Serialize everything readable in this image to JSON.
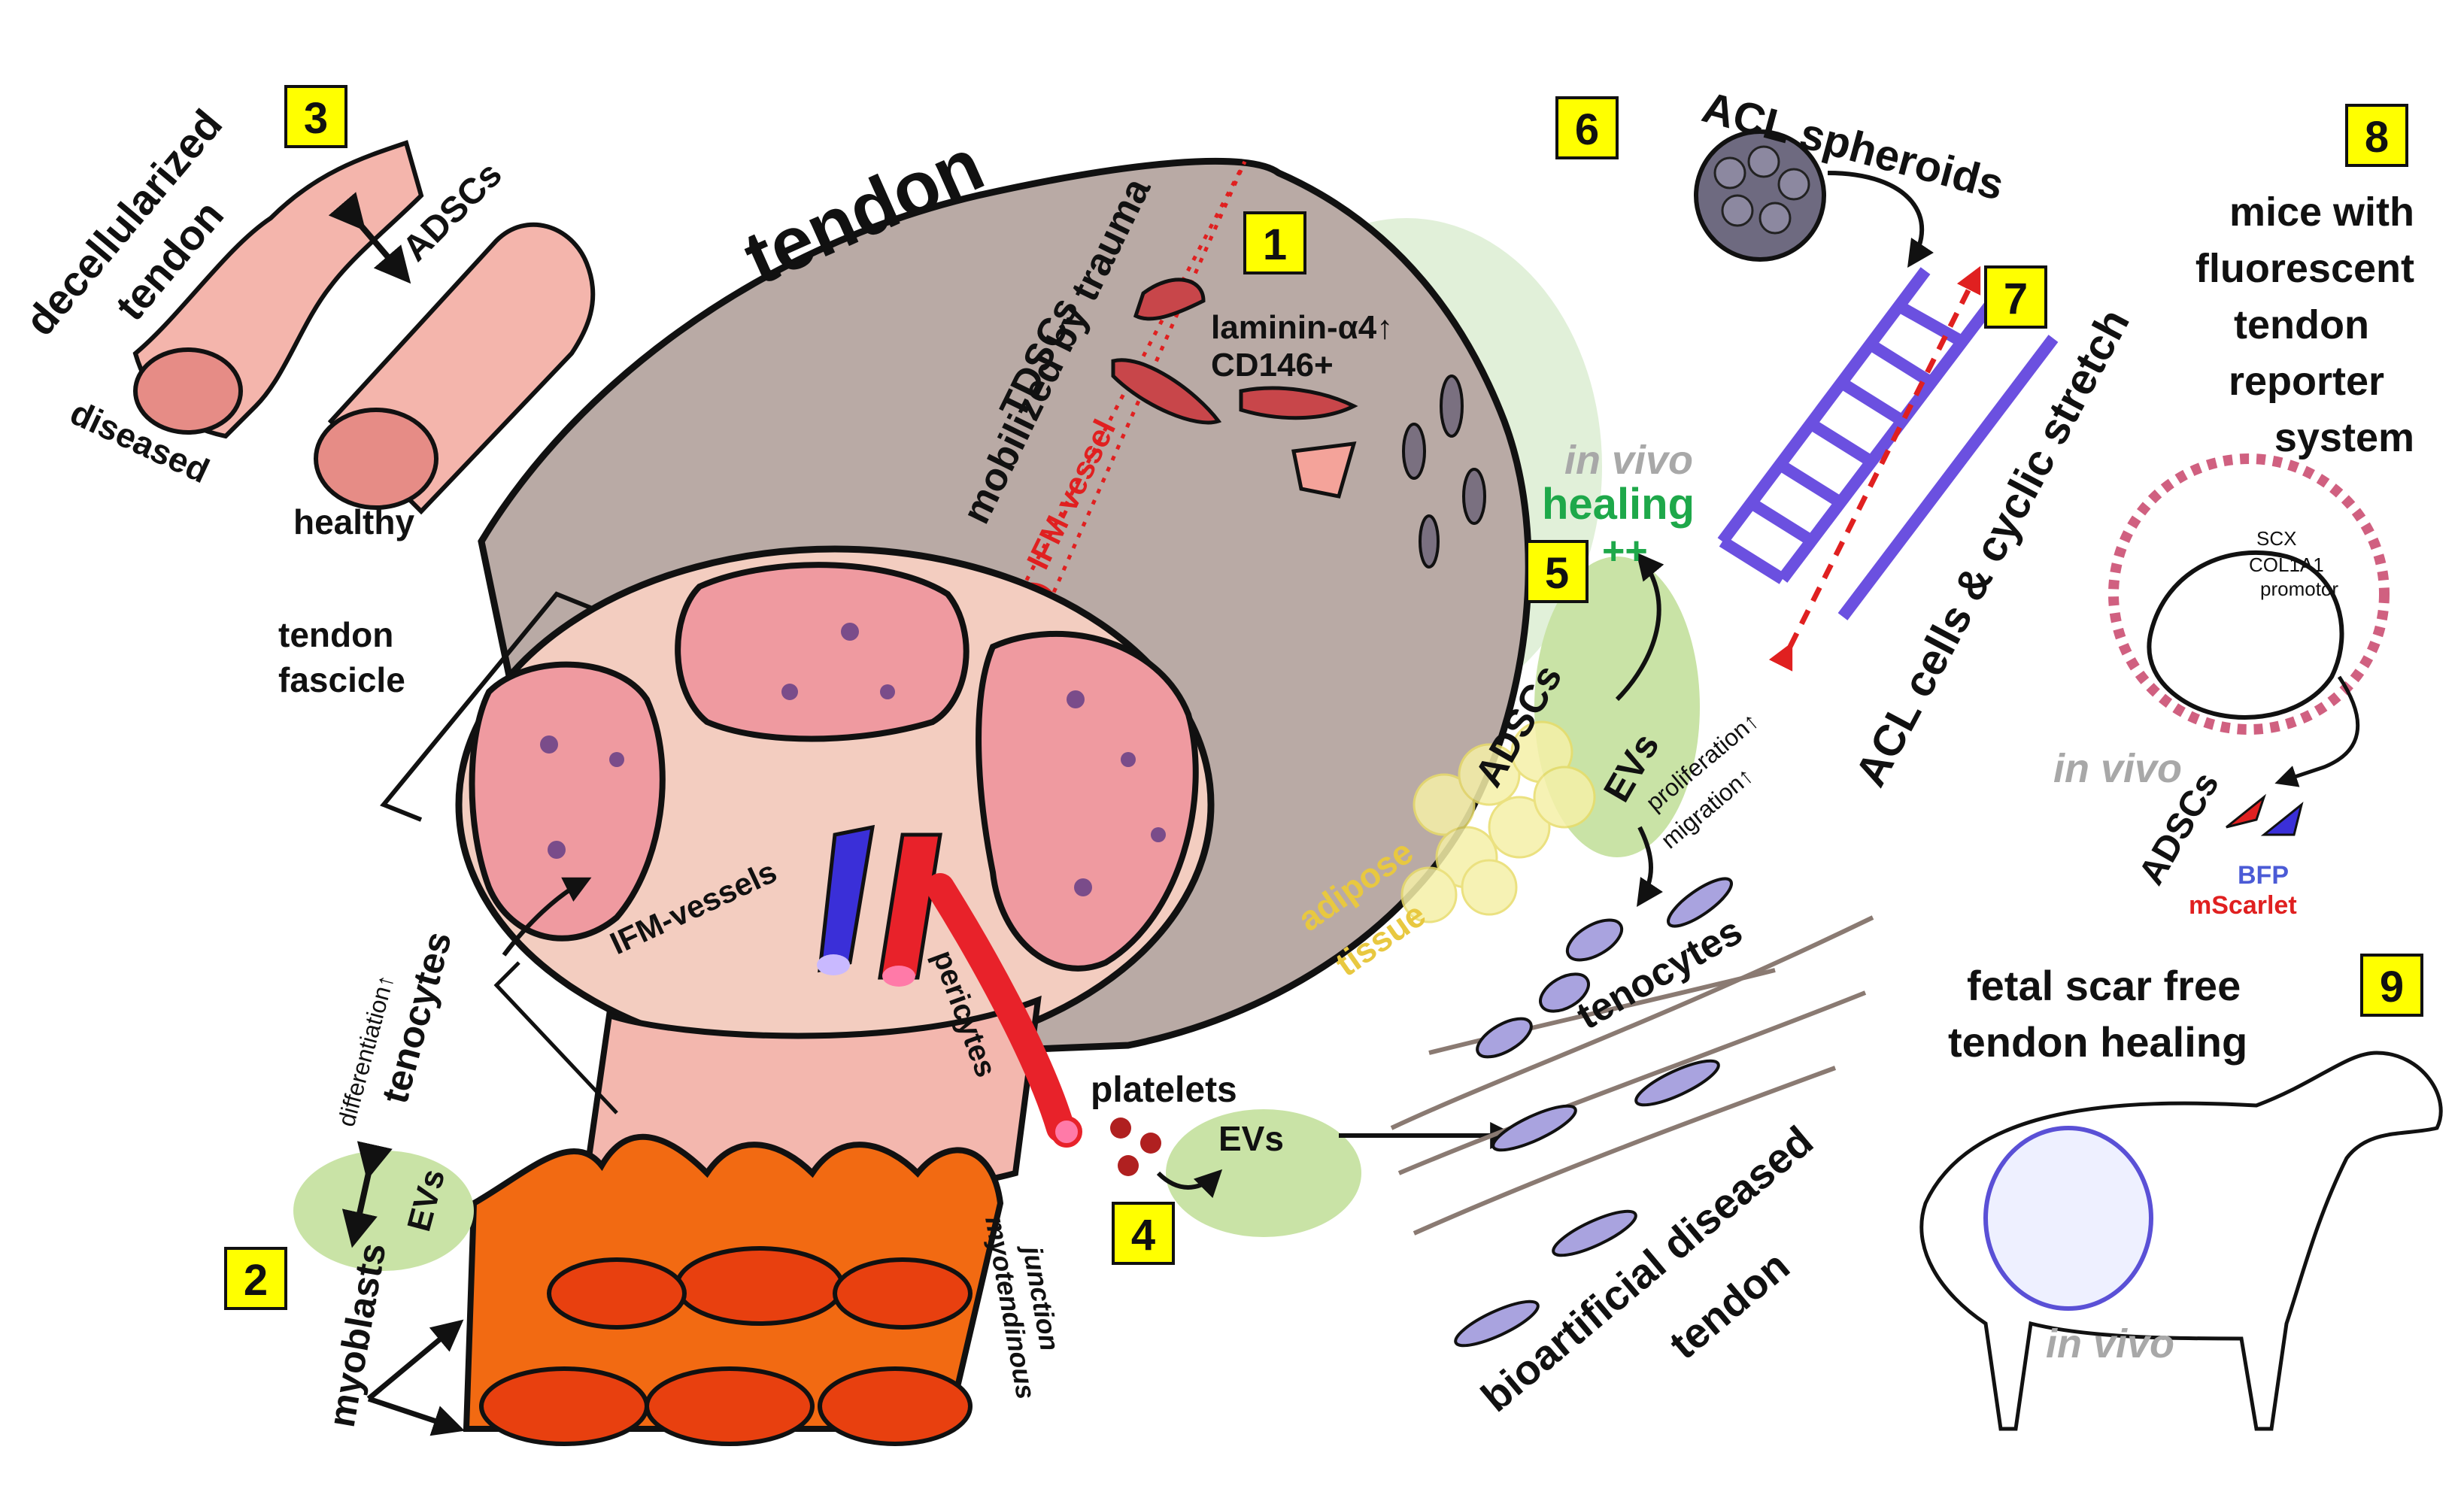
{
  "labels": {
    "tendon": "tendon",
    "tdscs": "TDSCs",
    "mobilized": "mobilized by trauma",
    "ifm_vessel": "IFM-vessel",
    "laminin": "laminin-α4↑",
    "cd146": "CD146+",
    "decellularized_1": "decellularized",
    "decellularized_2": "tendon",
    "adscs": "ADSCs",
    "diseased": "diseased",
    "healthy": "healthy",
    "tendon_fascicle_1": "tendon",
    "tendon_fascicle_2": "fascicle",
    "ifm_vessels": "IFM-vessels",
    "pericytes": "pericytes",
    "differentiation": "differentiation↑",
    "tenocytes": "tenocytes",
    "evs": "EVs",
    "myoblasts": "myoblasts",
    "myotendinous_1": "myotendinous",
    "myotendinous_2": "junction",
    "platelets": "platelets",
    "bioartificial_1": "bioartificial diseased",
    "bioartificial_2": "tendon",
    "in_vivo": "in vivo",
    "healing": "healing",
    "plusplus": "++",
    "adipose_1": "adipose",
    "adipose_2": "tissue",
    "proliferation": "proliferation↑",
    "migration": "migration↑",
    "acl_spheroids": "ACL spheroids",
    "acl_cells": "ACL cells & cyclic stretch",
    "mice_1": "mice with",
    "mice_2": "fluorescent",
    "mice_3": "tendon",
    "mice_4": "reporter",
    "mice_5": "system",
    "scx": "SCX",
    "col1a1": "COL1A1",
    "promotor": "promotor",
    "bfp": "BFP",
    "mscarlet": "mScarlet",
    "fetal_1": "fetal scar free",
    "fetal_2": "tendon healing"
  },
  "badges": [
    "1",
    "2",
    "3",
    "4",
    "5",
    "6",
    "7",
    "8",
    "9"
  ],
  "colors": {
    "tendon_gray": "#b9aaa5",
    "fascicle_pink": "#ef9aa0",
    "sheath_peach": "#f3cdc0",
    "muscle_orange": "#f26a12",
    "vessel_red": "#e8222a",
    "vessel_blue": "#3a2fd8",
    "ev_green": "#c9e3a6",
    "scaffold_purple": "#6b50e0",
    "badge_yellow": "#ffff00",
    "healing_green": "#1ea84a",
    "bfp_blue": "#4b5bd6",
    "mscarlet_red": "#e02020"
  }
}
